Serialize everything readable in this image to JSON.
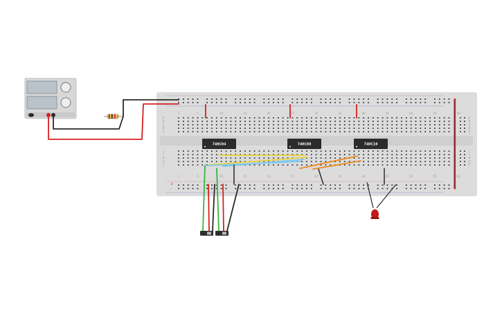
{
  "chips": [
    {
      "id": "u1",
      "label": "74HC04"
    },
    {
      "id": "u2",
      "label": "74HC08"
    },
    {
      "id": "u3",
      "label": "74HC10"
    }
  ],
  "breadboard": {
    "column_numbers": [
      "1",
      "5",
      "10",
      "15",
      "20",
      "25",
      "30",
      "35",
      "40",
      "45",
      "50",
      "55",
      "60"
    ],
    "row_letters_top": [
      "J",
      "I",
      "H",
      "G",
      "F"
    ],
    "row_letters_bottom": [
      "E",
      "D",
      "C",
      "B",
      "A"
    ],
    "rail_plus": "+",
    "rail_minus": "-"
  },
  "colors": {
    "board": "#dcdcdc",
    "chip": "#2b2b2b",
    "wire_red": "#d42020",
    "wire_black": "#2a2a2a",
    "wire_yellow": "#e8d23a",
    "wire_blue": "#7ec8f0",
    "wire_orange": "#ee8a1c",
    "wire_green": "#3db33d",
    "led": "#c41a1a"
  },
  "icons": {
    "power_supply": "bench-power-supply-icon",
    "resistor": "resistor-icon",
    "led": "led-icon",
    "switch": "slide-switch-icon"
  }
}
